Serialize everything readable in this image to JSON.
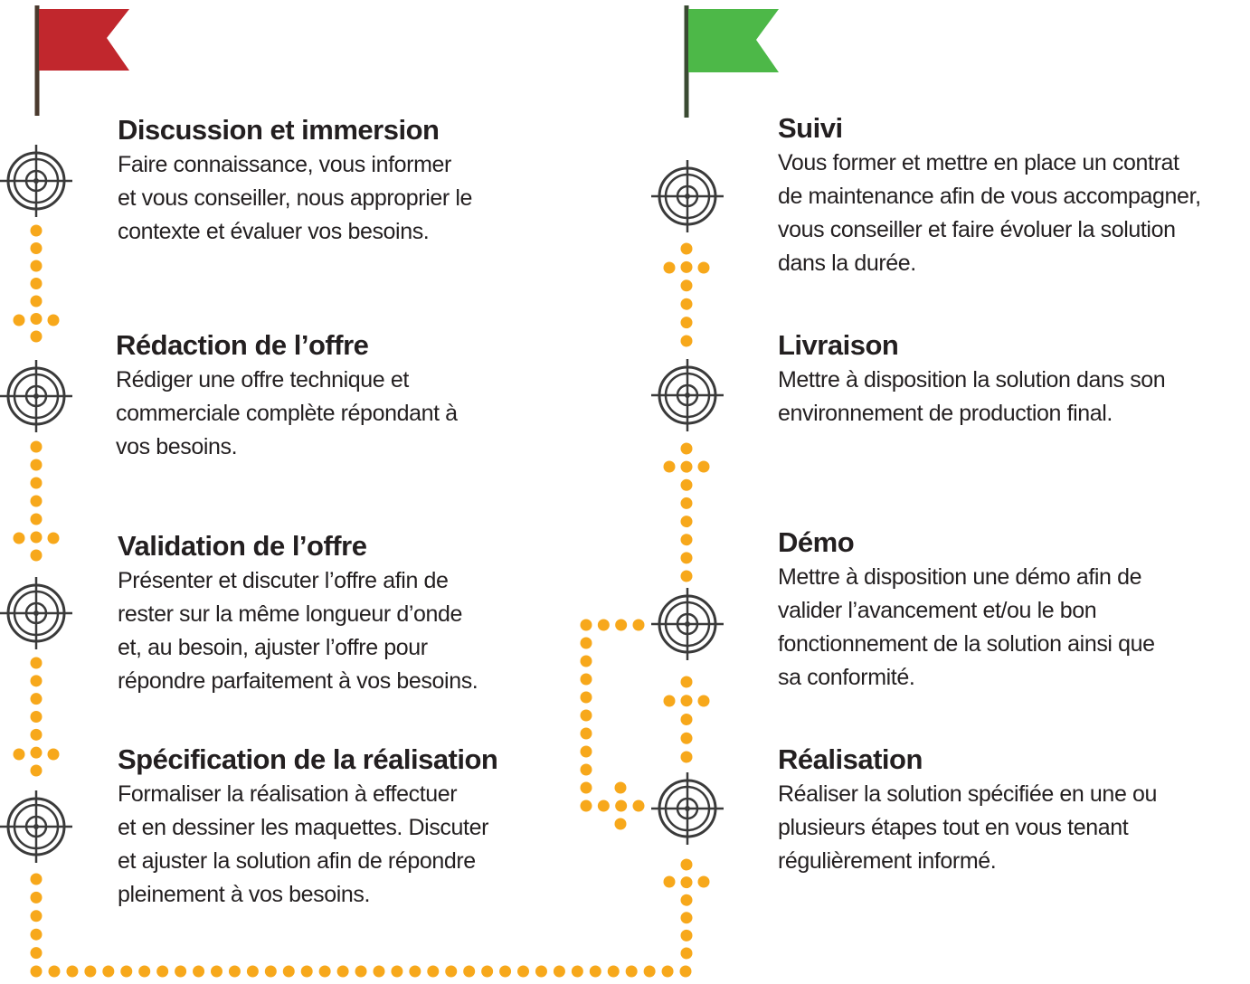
{
  "colors": {
    "dots": "#f7a81b",
    "flag_start": "#c1272d",
    "flag_end": "#4db848",
    "target": "#3a3a3a",
    "text": "#231f20"
  },
  "icons": {
    "flag_start": "red-flag-icon",
    "flag_end": "green-flag-icon",
    "milestone": "target-crosshair-icon"
  },
  "steps": [
    {
      "title": "Discussion et immersion",
      "text": "Faire connaissance, vous informer\net vous conseiller, nous approprier le\ncontexte et évaluer vos besoins."
    },
    {
      "title": "Rédaction de l’offre",
      "text": "Rédiger une offre technique et\ncommerciale complète répondant à\nvos besoins."
    },
    {
      "title": "Validation de l’offre",
      "text": "Présenter et discuter l’offre afin de\nrester sur la même longueur d’onde\net, au besoin, ajuster l’offre pour\nrépondre parfaitement à vos besoins."
    },
    {
      "title": "Spécification de la réalisation",
      "text": "Formaliser la réalisation à effectuer\net en dessiner les maquettes. Discuter\net ajuster la solution afin de répondre\npleinement à vos besoins."
    },
    {
      "title": "Suivi",
      "text": "Vous former et mettre en place un contrat\nde maintenance afin de vous accompagner,\nvous conseiller et faire évoluer la solution\ndans la durée."
    },
    {
      "title": "Livraison",
      "text": "Mettre à disposition la solution dans son\nenvironnement de production final."
    },
    {
      "title": "Démo",
      "text": "Mettre à disposition une démo afin de\nvalider l’avancement et/ou le bon\nfonctionnement de la solution ainsi que\nsa conformité."
    },
    {
      "title": "Réalisation",
      "text": "Réaliser la solution spécifiée en une ou\nplusieurs étapes tout en vous tenant\nrégulièrement informé."
    }
  ]
}
